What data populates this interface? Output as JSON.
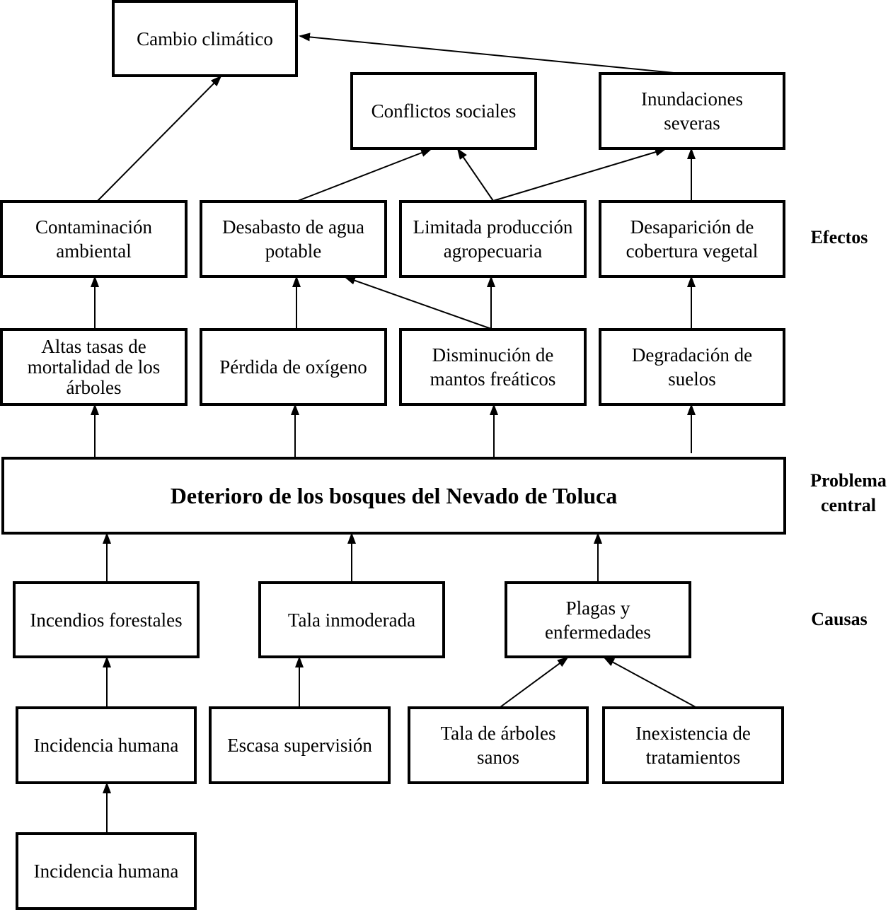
{
  "side_labels": {
    "effects": "Efectos",
    "central_line1": "Problema",
    "central_line2": "central",
    "causes": "Causas"
  },
  "nodes": {
    "cambio_climatico": "Cambio climático",
    "conflictos_sociales": "Conflictos sociales",
    "inundaciones": "Inundaciones severas",
    "contaminacion": "Contaminación ambiental",
    "desabasto": "Desabasto de agua potable",
    "limitada_produccion": "Limitada producción agropecuaria",
    "desaparicion": "Desaparición de cobertura vegetal",
    "altas_tasas": "Altas tasas de mortalidad de los árboles",
    "perdida_oxigeno": "Pérdida de oxígeno",
    "disminucion": "Disminución de mantos freáticos",
    "degradacion": "Degradación de suelos",
    "problema_central": "Deterioro de los bosques del Nevado de Toluca",
    "incendios": "Incendios forestales",
    "tala_inmoderada": "Tala inmoderada",
    "plagas": "Plagas y enfermedades",
    "incidencia_humana_1": "Incidencia humana",
    "escasa_supervision": "Escasa supervisión",
    "tala_sanos": "Tala de árboles sanos",
    "inexistencia": "Inexistencia de tratamientos",
    "incidencia_humana_2": "Incidencia humana"
  },
  "edges": [
    {
      "from": "inundaciones",
      "to": "cambio_climatico"
    },
    {
      "from": "contaminacion",
      "to": "cambio_climatico"
    },
    {
      "from": "desabasto",
      "to": "conflictos_sociales"
    },
    {
      "from": "limitada_produccion",
      "to": "conflictos_sociales"
    },
    {
      "from": "limitada_produccion",
      "to": "inundaciones"
    },
    {
      "from": "desaparicion",
      "to": "inundaciones"
    },
    {
      "from": "altas_tasas",
      "to": "contaminacion"
    },
    {
      "from": "perdida_oxigeno",
      "to": "desabasto"
    },
    {
      "from": "disminucion",
      "to": "desabasto"
    },
    {
      "from": "disminucion",
      "to": "limitada_produccion"
    },
    {
      "from": "degradacion",
      "to": "desaparicion"
    },
    {
      "from": "problema_central",
      "to": "altas_tasas"
    },
    {
      "from": "problema_central",
      "to": "perdida_oxigeno"
    },
    {
      "from": "problema_central",
      "to": "disminucion"
    },
    {
      "from": "problema_central",
      "to": "degradacion"
    },
    {
      "from": "incendios",
      "to": "problema_central"
    },
    {
      "from": "tala_inmoderada",
      "to": "problema_central"
    },
    {
      "from": "plagas",
      "to": "problema_central"
    },
    {
      "from": "incidencia_humana_1",
      "to": "incendios"
    },
    {
      "from": "escasa_supervision",
      "to": "tala_inmoderada"
    },
    {
      "from": "tala_sanos",
      "to": "plagas"
    },
    {
      "from": "inexistencia",
      "to": "plagas"
    },
    {
      "from": "incidencia_humana_2",
      "to": "incidencia_humana_1"
    }
  ]
}
